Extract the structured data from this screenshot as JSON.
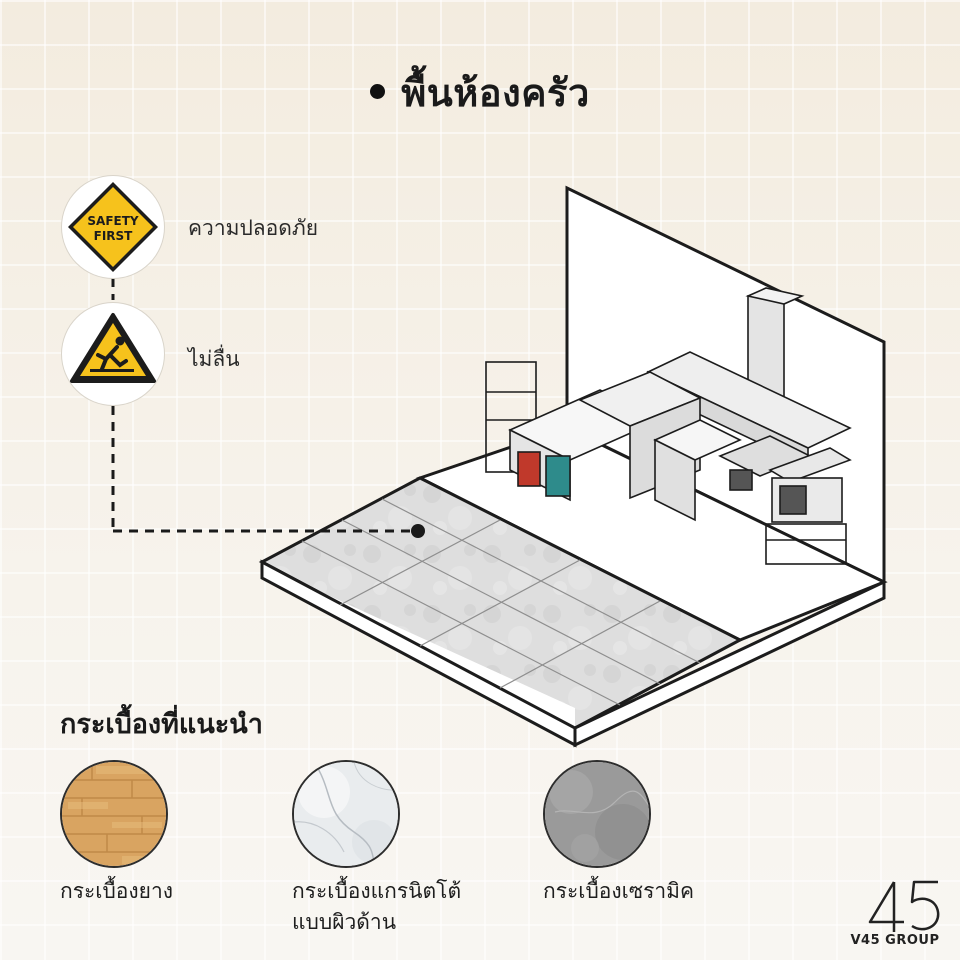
{
  "title": "พื้นห้องครัว",
  "features": [
    {
      "icon": "safety-first-sign-icon",
      "badge_line1": "SAFETY",
      "badge_line2": "FIRST",
      "label": "ความปลอดภัย"
    },
    {
      "icon": "wet-floor-warning-icon",
      "label": "ไม่ลื่น"
    }
  ],
  "section_title": "กระเบื้องที่แนะนำ",
  "tiles": [
    {
      "name": "wood",
      "label_lines": [
        "กระเบื้องยาง"
      ]
    },
    {
      "name": "marble",
      "label_lines": [
        "กระเบื้องแกรนิตโต้",
        "แบบผิวด้าน"
      ]
    },
    {
      "name": "ceramic",
      "label_lines": [
        "กระเบื้องเซรามิค"
      ]
    }
  ],
  "brand": {
    "name": "V45 GROUP"
  },
  "colors": {
    "safety_yellow": "#f6c21c",
    "floor_tile": "#dcdcdc",
    "wall": "#ffffff",
    "outline": "#1c1c1c"
  }
}
